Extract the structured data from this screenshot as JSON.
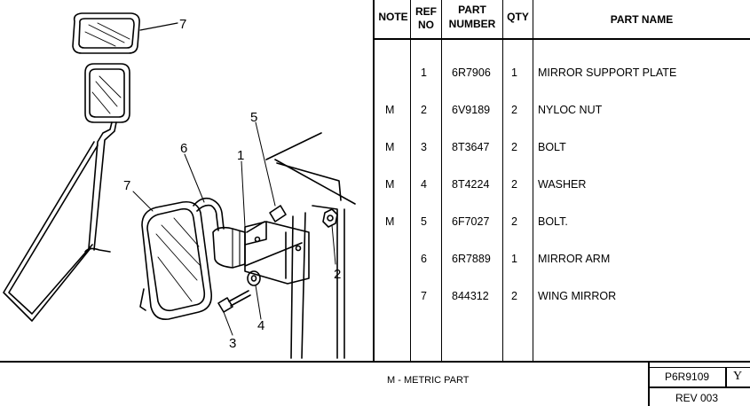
{
  "diagram": {
    "callouts": [
      "7",
      "6",
      "1",
      "5",
      "7",
      "2",
      "4",
      "3"
    ]
  },
  "table": {
    "headers": {
      "note": "NOTE",
      "ref_no_line1": "REF",
      "ref_no_line2": "NO",
      "part_number_line1": "PART",
      "part_number_line2": "NUMBER",
      "qty": "QTY",
      "part_name": "PART NAME"
    },
    "rows": [
      {
        "note": "",
        "ref": "1",
        "part": "6R7906",
        "qty": "1",
        "name": "MIRROR SUPPORT PLATE"
      },
      {
        "note": "M",
        "ref": "2",
        "part": "6V9189",
        "qty": "2",
        "name": "NYLOC NUT"
      },
      {
        "note": "M",
        "ref": "3",
        "part": "8T3647",
        "qty": "2",
        "name": "BOLT"
      },
      {
        "note": "M",
        "ref": "4",
        "part": "8T4224",
        "qty": "2",
        "name": "WASHER"
      },
      {
        "note": "M",
        "ref": "5",
        "part": "6F7027",
        "qty": "2",
        "name": "BOLT."
      },
      {
        "note": "",
        "ref": "6",
        "part": "6R7889",
        "qty": "1",
        "name": "MIRROR ARM"
      },
      {
        "note": "",
        "ref": "7",
        "part": "844312",
        "qty": "2",
        "name": "WING MIRROR"
      }
    ]
  },
  "footer": {
    "legend": "M - METRIC PART",
    "drawing_number": "P6R9109",
    "letter": "Y",
    "revision": "REV 003"
  }
}
